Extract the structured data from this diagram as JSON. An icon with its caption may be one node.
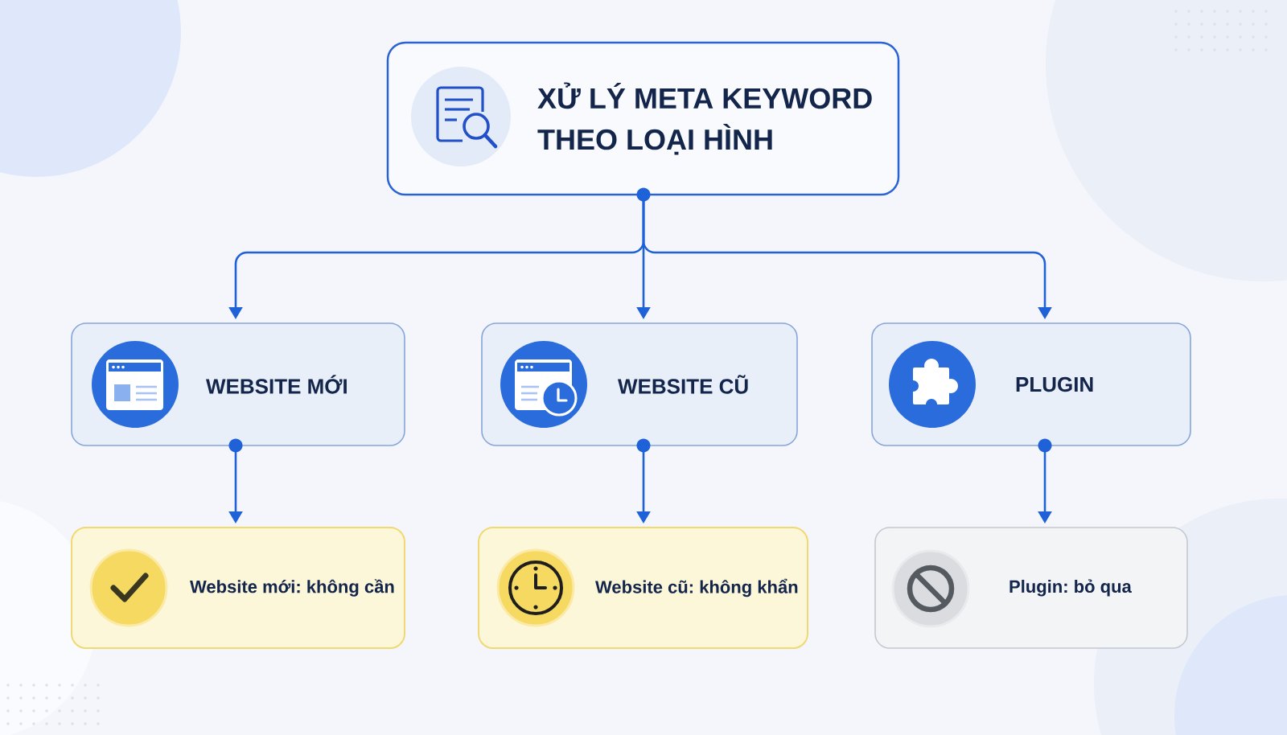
{
  "diagram": {
    "nodes": [
      {
        "text": [
          "XỬ LÝ META KEYWORD THEO LOẠI HÌNH"
        ]
      },
      {
        "text": [
          "WEBSITE MỚI"
        ]
      },
      {
        "text": [
          "WEBSITE CŨ"
        ]
      },
      {
        "text": [
          "PLUGIN"
        ]
      },
      {
        "text": [
          "Website mới: không cần"
        ]
      },
      {
        "text": [
          "Website cũ: không khẩn"
        ]
      },
      {
        "text": [
          "Plugin: bỏ qua"
        ]
      }
    ],
    "edges": [
      {
        "from": 0,
        "to": 1,
        "arrow": "to"
      },
      {
        "from": 0,
        "to": 2,
        "arrow": "to"
      },
      {
        "from": 0,
        "to": 3,
        "arrow": "to"
      },
      {
        "from": 1,
        "to": 4,
        "arrow": "to"
      },
      {
        "from": 2,
        "to": 5,
        "arrow": "to"
      },
      {
        "from": 3,
        "to": 6,
        "arrow": "to"
      }
    ]
  }
}
